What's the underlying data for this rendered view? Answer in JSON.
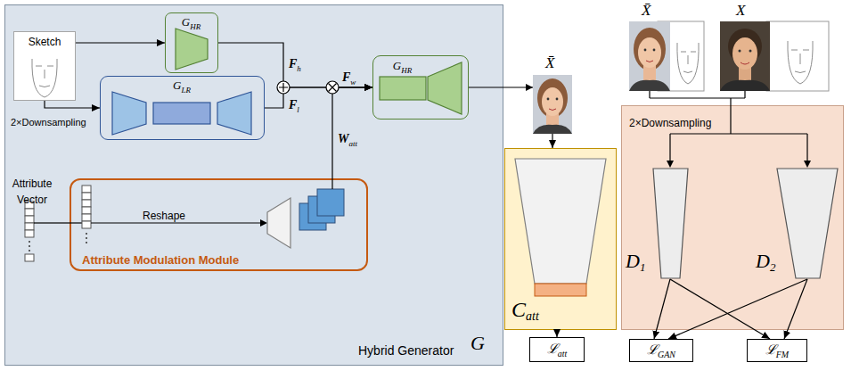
{
  "diagram": {
    "nodes": [
      {
        "text": [
          "Hybrid Generator",
          "G"
        ]
      },
      {
        "text": [
          "Sketch"
        ],
        "in": 0
      },
      {
        "text": [
          "G",
          "HR"
        ],
        "in": 0
      },
      {
        "text": [
          "G",
          "LR"
        ],
        "in": 0
      },
      {
        "text": [
          "Attribute Vector"
        ],
        "in": 0
      },
      {
        "text": [
          "Attribute Modulation Module"
        ],
        "in": 0
      },
      {
        "text": [
          "G",
          "HR"
        ],
        "in": 0
      },
      {
        "text": [
          "C",
          "att"
        ]
      },
      {
        "text": [
          "2×Downsampling"
        ]
      },
      {
        "text": [
          "D",
          "1"
        ],
        "in": 8
      },
      {
        "text": [
          "D",
          "2"
        ],
        "in": 8
      },
      {
        "text": [
          "ℒ",
          "att"
        ]
      },
      {
        "text": [
          "ℒ",
          "GAN"
        ]
      },
      {
        "text": [
          "ℒ",
          "FM"
        ]
      }
    ],
    "edges": [
      {
        "from": 1,
        "to": 2,
        "arrow": "to"
      },
      {
        "from": 1,
        "to": 3,
        "label": "2×Downsampling",
        "arrow": "to"
      },
      {
        "from": 2,
        "to": 6,
        "arrow": "to"
      },
      {
        "from": 3,
        "to": 6,
        "arrow": "to"
      },
      {
        "from": 4,
        "to": 5,
        "arrow": "none"
      },
      {
        "from": 5,
        "to": 6,
        "arrow": "to"
      },
      {
        "from": 6,
        "to": 7,
        "arrow": "to"
      },
      {
        "from": 7,
        "to": 11,
        "arrow": "to"
      },
      {
        "from": 9,
        "to": 12,
        "arrow": "to"
      },
      {
        "from": 9,
        "to": 13,
        "arrow": "to"
      },
      {
        "from": 10,
        "to": 12,
        "arrow": "to"
      },
      {
        "from": 10,
        "to": 13,
        "arrow": "to"
      }
    ],
    "labels": [
      "F",
      "h",
      "F",
      "l",
      "F",
      "w",
      "W",
      "att",
      "Reshape",
      "X̄",
      "X̄",
      "X"
    ]
  }
}
